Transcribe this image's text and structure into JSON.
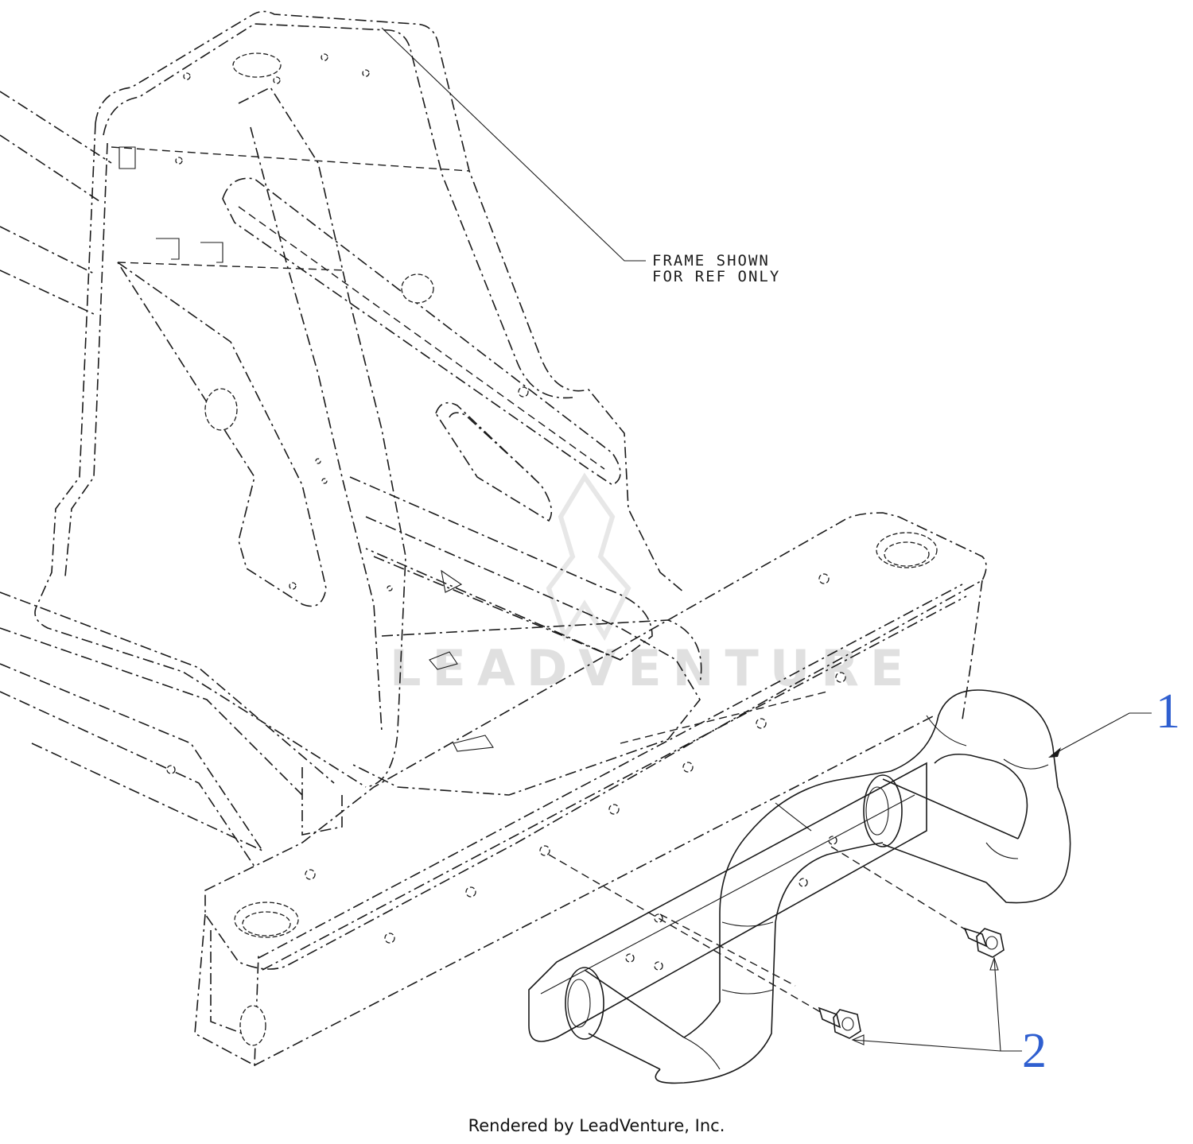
{
  "diagram": {
    "frame_note_line1": "FRAME SHOWN",
    "frame_note_line2": "FOR REF ONLY",
    "callouts": [
      {
        "label": "1",
        "part": "hitch-bar"
      },
      {
        "label": "2",
        "part": "bolts"
      }
    ],
    "watermark": "LEADVENTURE",
    "callout_color": "#2f5fd0"
  },
  "footer": {
    "text": "Rendered by LeadVenture, Inc."
  }
}
